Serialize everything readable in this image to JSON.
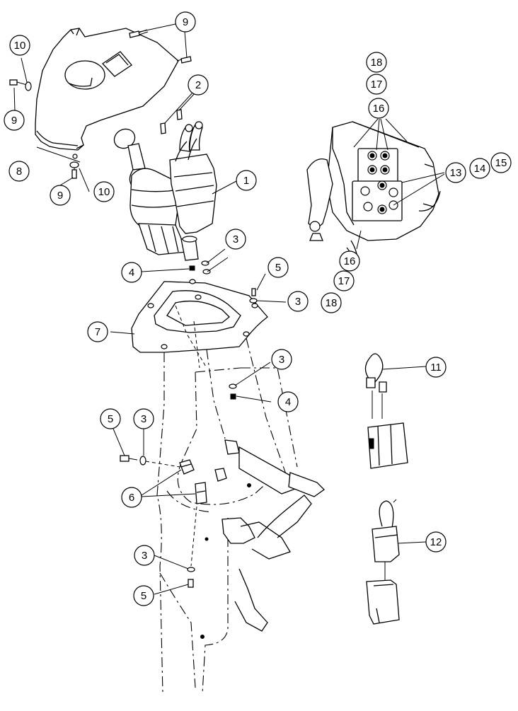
{
  "callouts": [
    {
      "id": "c1",
      "label": "1"
    },
    {
      "id": "c2",
      "label": "2"
    },
    {
      "id": "c3a",
      "label": "3"
    },
    {
      "id": "c3b",
      "label": "3"
    },
    {
      "id": "c3c",
      "label": "3"
    },
    {
      "id": "c3d",
      "label": "3"
    },
    {
      "id": "c3e",
      "label": "3"
    },
    {
      "id": "c4a",
      "label": "4"
    },
    {
      "id": "c4b",
      "label": "4"
    },
    {
      "id": "c5a",
      "label": "5"
    },
    {
      "id": "c5b",
      "label": "5"
    },
    {
      "id": "c5c",
      "label": "5"
    },
    {
      "id": "c6",
      "label": "6"
    },
    {
      "id": "c7",
      "label": "7"
    },
    {
      "id": "c8",
      "label": "8"
    },
    {
      "id": "c9a",
      "label": "9"
    },
    {
      "id": "c9b",
      "label": "9"
    },
    {
      "id": "c9c",
      "label": "9"
    },
    {
      "id": "c10a",
      "label": "10"
    },
    {
      "id": "c10b",
      "label": "10"
    },
    {
      "id": "c11",
      "label": "11"
    },
    {
      "id": "c12",
      "label": "12"
    },
    {
      "id": "c13",
      "label": "13"
    },
    {
      "id": "c14",
      "label": "14"
    },
    {
      "id": "c15",
      "label": "15"
    },
    {
      "id": "c16a",
      "label": "16"
    },
    {
      "id": "c16b",
      "label": "16"
    },
    {
      "id": "c17a",
      "label": "17"
    },
    {
      "id": "c17b",
      "label": "17"
    },
    {
      "id": "c18a",
      "label": "18"
    },
    {
      "id": "c18b",
      "label": "18"
    }
  ]
}
